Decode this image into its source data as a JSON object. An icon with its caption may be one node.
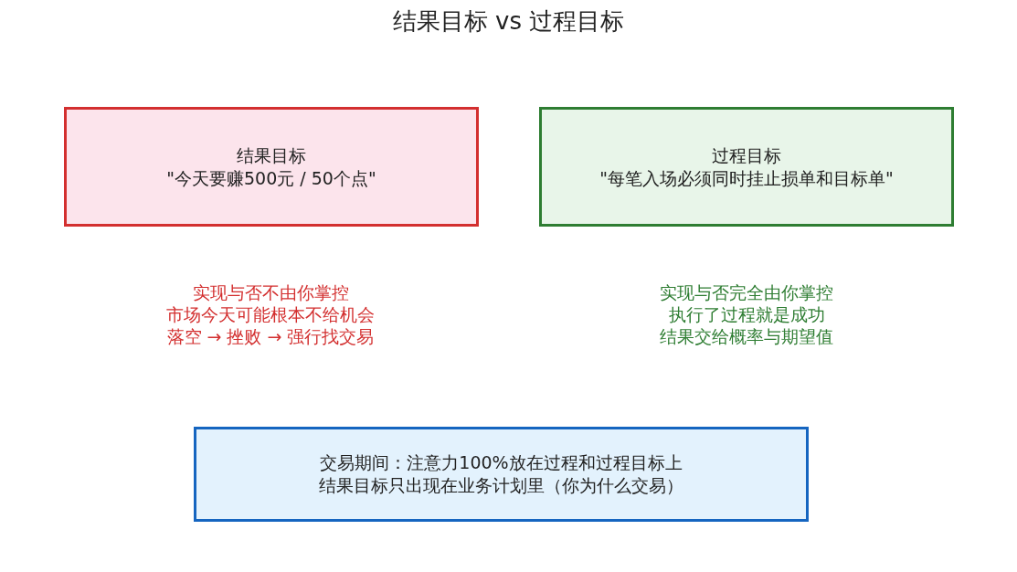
{
  "diagram": {
    "title": "结果目标 vs 过程目标",
    "nodes": [
      {
        "text": [
          "结果目标",
          "\"今天要赚500元 / 50个点\""
        ],
        "beside": [
          "实现与否不由你掌控",
          "市场今天可能根本不给机会",
          "落空 → 挫败 → 强行找交易"
        ]
      },
      {
        "text": [
          "过程目标",
          "\"每笔入场必须同时挂止损单和目标单\""
        ],
        "beside": [
          "实现与否完全由你掌控",
          "执行了过程就是成功",
          "结果交给概率与期望值"
        ]
      },
      {
        "text": [
          "交易期间：注意力100%放在过程和过程目标上",
          "结果目标只出现在业务计划里（你为什么交易）"
        ]
      }
    ]
  }
}
